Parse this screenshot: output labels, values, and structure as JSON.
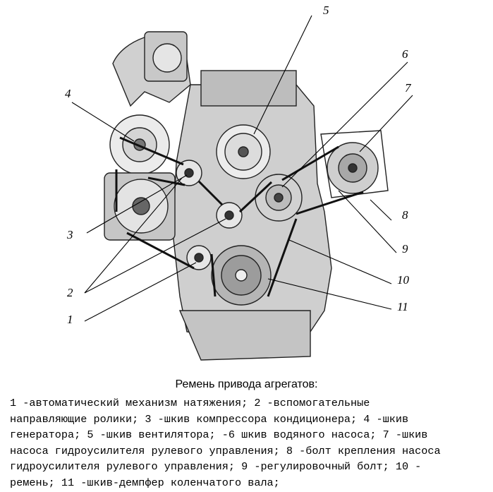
{
  "callouts": {
    "n1": "1",
    "n2": "2",
    "n3": "3",
    "n4": "4",
    "n5": "5",
    "n6": "6",
    "n7": "7",
    "n8": "8",
    "n9": "9",
    "n10": "10",
    "n11": "11"
  },
  "caption": {
    "title": "Ремень привода агрегатов:",
    "lines": [
      "1 -автоматический механизм натяжения; 2 -вспомогательные",
      "направляющие ролики; 3 -шкив компрессора кондиционера; 4 -шкив",
      "генератора; 5 -шкив вентилятора; -6 шкив водяного насоса; 7 -шкив",
      "насоса гидроусилителя рулевого управления; 8 -болт крепления насоса",
      "гидроусилителя рулевого управления; 9 -регулировочный болт; 10 -",
      "ремень; 11 -шкив-демпфер коленчатого вала;"
    ]
  }
}
